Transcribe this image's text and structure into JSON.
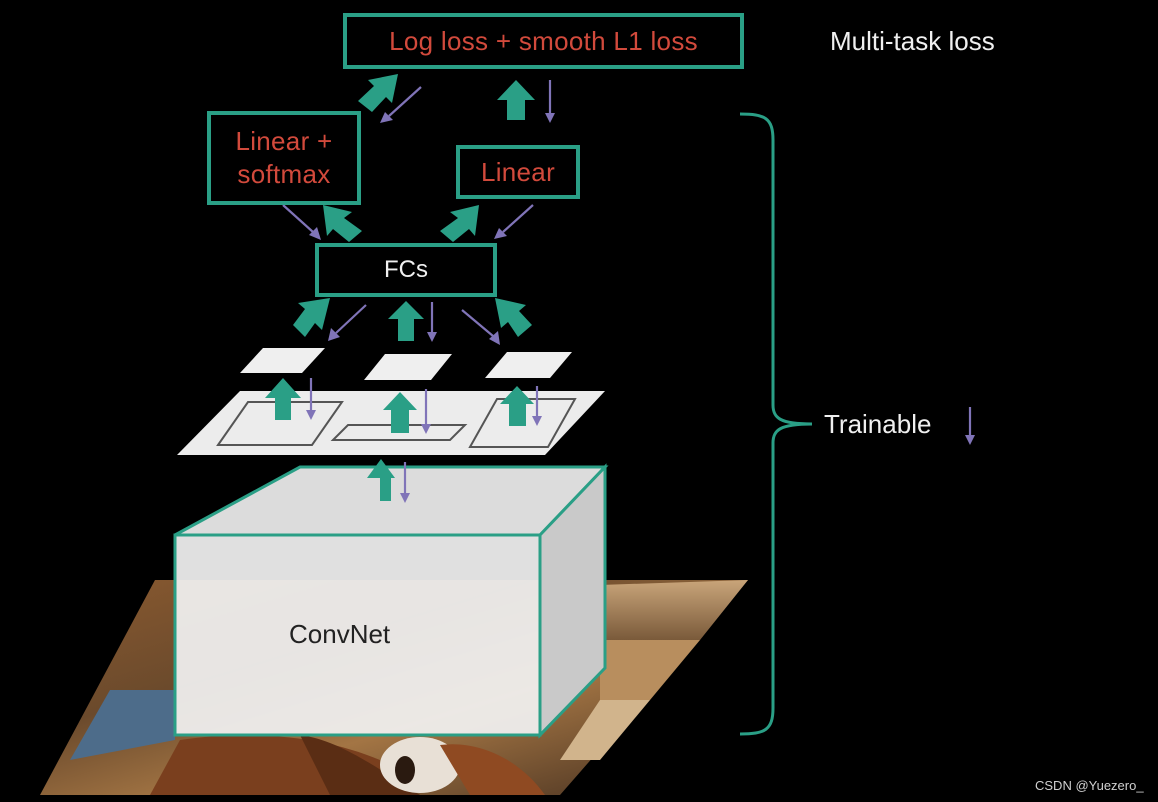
{
  "labels": {
    "loss_box": "Log loss + smooth L1 loss",
    "multitask": "Multi-task loss",
    "linear_softmax": "Linear +\nsoftmax",
    "linear": "Linear",
    "fcs": "FCs",
    "trainable": "Trainable",
    "convnet": "ConvNet",
    "watermark": "CSDN @Yuezero_"
  },
  "colors": {
    "background": "#000000",
    "box_border": "#2a9f86",
    "forward_arrow": "#2a9f86",
    "backward_arrow": "#8074b8",
    "red_text": "#d24a3c",
    "plane_fill": "#eeeeee"
  }
}
